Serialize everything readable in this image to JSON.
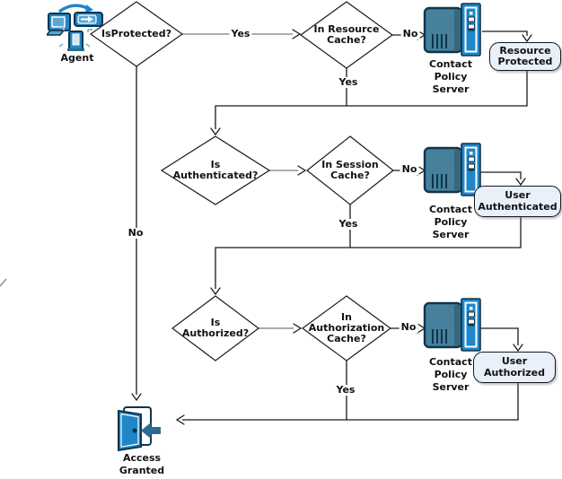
{
  "colors": {
    "accent_blue": "#1f86c8",
    "light_blue": "#5aa7d4",
    "steel_blue": "#47809c",
    "dark_navy": "#10344c",
    "arrow_teal": "#2a6d8e",
    "box_fill": "#e9f0fa",
    "line": "#1a1a1a",
    "gray_line": "#7a7a7a"
  },
  "edge_labels": {
    "yes": "Yes",
    "no": "No"
  },
  "nodes": {
    "agent": {
      "caption": "Agent"
    },
    "is_protected": {
      "label": "IsProtected?"
    },
    "in_resource_cache": {
      "label": "In Resource\nCache?"
    },
    "is_authenticated": {
      "label": "Is\nAuthenticated?"
    },
    "in_session_cache": {
      "label": "In Session\nCache?"
    },
    "is_authorized": {
      "label": "Is\nAuthorized?"
    },
    "in_authorization_cache": {
      "label": "In\nAuthorization\nCache?"
    },
    "policy_server": {
      "caption": "Contact\nPolicy\nServer"
    },
    "resource_protected": {
      "label": "Resource\nProtected"
    },
    "user_authenticated": {
      "label": "User\nAuthenticated"
    },
    "user_authorized": {
      "label": "User\nAuthorized"
    },
    "access_granted": {
      "caption": "Access\nGranted"
    }
  }
}
